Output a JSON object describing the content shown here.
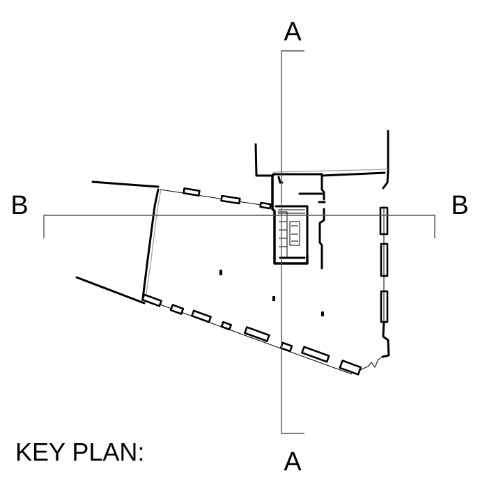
{
  "title": "KEY PLAN:",
  "section_a": {
    "top_label": "A",
    "bottom_label": "A"
  },
  "section_b": {
    "left_label": "B",
    "right_label": "B"
  }
}
